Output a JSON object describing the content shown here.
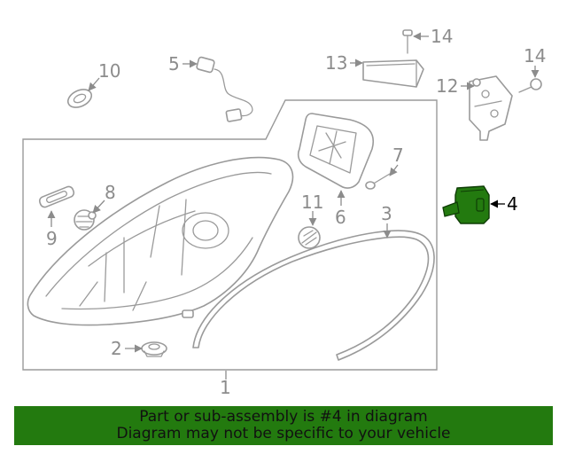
{
  "diagram": {
    "highlight_color": "#237a0f",
    "highlighted_part": "4",
    "callouts": {
      "c1": "1",
      "c2": "2",
      "c3": "3",
      "c4": "4",
      "c5": "5",
      "c6": "6",
      "c7": "7",
      "c8": "8",
      "c9": "9",
      "c10": "10",
      "c11": "11",
      "c12": "12",
      "c13": "13",
      "c14a": "14",
      "c14b": "14"
    }
  },
  "banner": {
    "line1": "Part or sub-assembly is #4 in diagram",
    "line2": "Diagram may not be specific to your vehicle",
    "background": "#237a0f"
  }
}
